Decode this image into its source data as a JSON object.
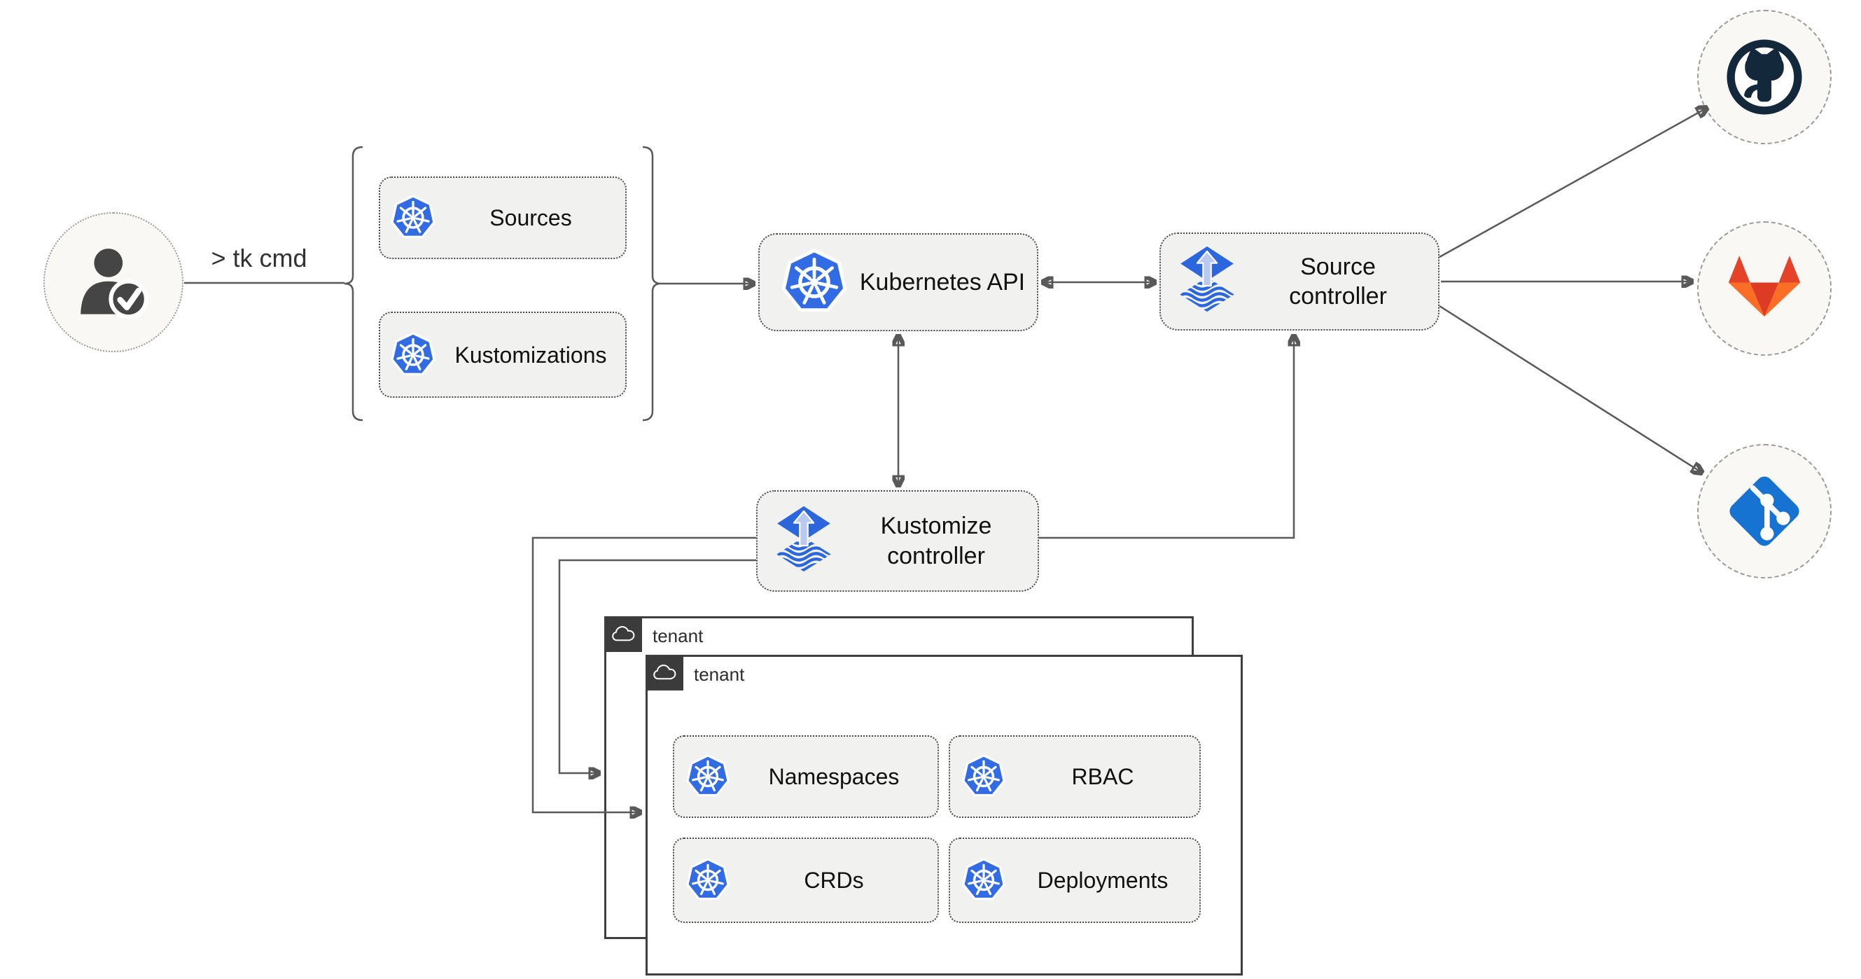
{
  "diagram": {
    "type": "architecture-flow",
    "description_visible_text_only": true,
    "cli_command": "> tk cmd",
    "group": {
      "items": [
        {
          "label": "Sources",
          "icon": "kubernetes-icon"
        },
        {
          "label": "Kustomizations",
          "icon": "kubernetes-icon"
        }
      ]
    },
    "kubernetes_api": {
      "label": "Kubernetes API",
      "icon": "kubernetes-icon"
    },
    "source_controller": {
      "label": "Source controller",
      "icon": "flux-icon"
    },
    "kustomize_controller": {
      "label": "Kustomize controller",
      "icon": "flux-icon"
    },
    "git_providers": [
      {
        "name": "github",
        "icon": "github-icon"
      },
      {
        "name": "gitlab",
        "icon": "gitlab-icon"
      },
      {
        "name": "git",
        "icon": "git-icon"
      }
    ],
    "tenants": [
      {
        "label": "tenant",
        "icon": "cloud-icon"
      },
      {
        "label": "tenant",
        "icon": "cloud-icon"
      }
    ],
    "tenant_resources": [
      {
        "label": "Namespaces",
        "icon": "kubernetes-icon"
      },
      {
        "label": "RBAC",
        "icon": "kubernetes-icon"
      },
      {
        "label": "CRDs",
        "icon": "kubernetes-icon"
      },
      {
        "label": "Deployments",
        "icon": "kubernetes-icon"
      }
    ],
    "user": {
      "icon": "person-check-icon"
    },
    "edges": [
      "user -> group (line labeled > tk cmd)",
      "group -> Kubernetes API",
      "Kubernetes API <-> Source controller",
      "Kubernetes API <-> Kustomize controller",
      "Kustomize controller -> Source controller",
      "Source controller -> github",
      "Source controller -> gitlab",
      "Source controller -> git",
      "Kustomize controller -> tenant (front)",
      "Kustomize controller -> tenant (back)"
    ]
  },
  "colors": {
    "line": "#595959",
    "box_fill": "#f1f1f0",
    "box_border": "#4a4a4a",
    "node_text": "#111111",
    "circle_fill": "#faf8f4",
    "circle_border": "#9b9b9b",
    "tenant_border": "#3f3f3f",
    "tab_bg": "#3b3b3b",
    "k8s_blue": "#326ce5",
    "flux_blue": "#2b66dd",
    "flux_arrow": "#b9c9f2",
    "github_dark": "#14283c",
    "gitlab_red": "#e24329",
    "gitlab_orange": "#fc6d26",
    "gitlab_center": "#dd3b23",
    "git_blue": "#1673d2",
    "person": "#454545"
  }
}
